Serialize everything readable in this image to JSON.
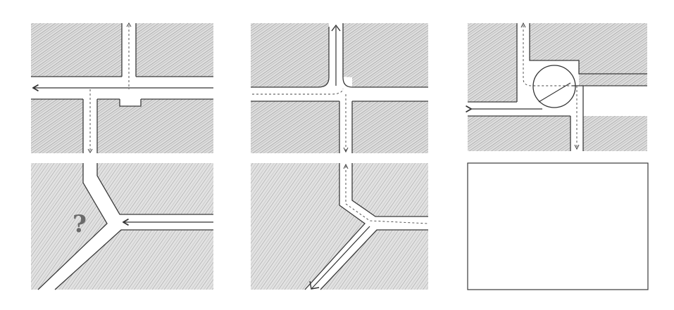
{
  "diagram": {
    "panels": [
      {
        "id": "top-left",
        "kind": "hatched-junction"
      },
      {
        "id": "bottom-left",
        "kind": "hatched-y-junction",
        "mark": "?"
      },
      {
        "id": "top-middle",
        "kind": "hatched-junction"
      },
      {
        "id": "bottom-middle",
        "kind": "hatched-y-junction"
      },
      {
        "id": "top-right",
        "kind": "hatched-junction-with-circle"
      },
      {
        "id": "bottom-right",
        "kind": "empty-frame"
      }
    ],
    "colors": {
      "ink": "#3a3a3a",
      "hatch_light": "#d8d8d8",
      "hatch_dark": "#9a9a9a",
      "road": "#ffffff",
      "paper": "#ffffff"
    }
  }
}
